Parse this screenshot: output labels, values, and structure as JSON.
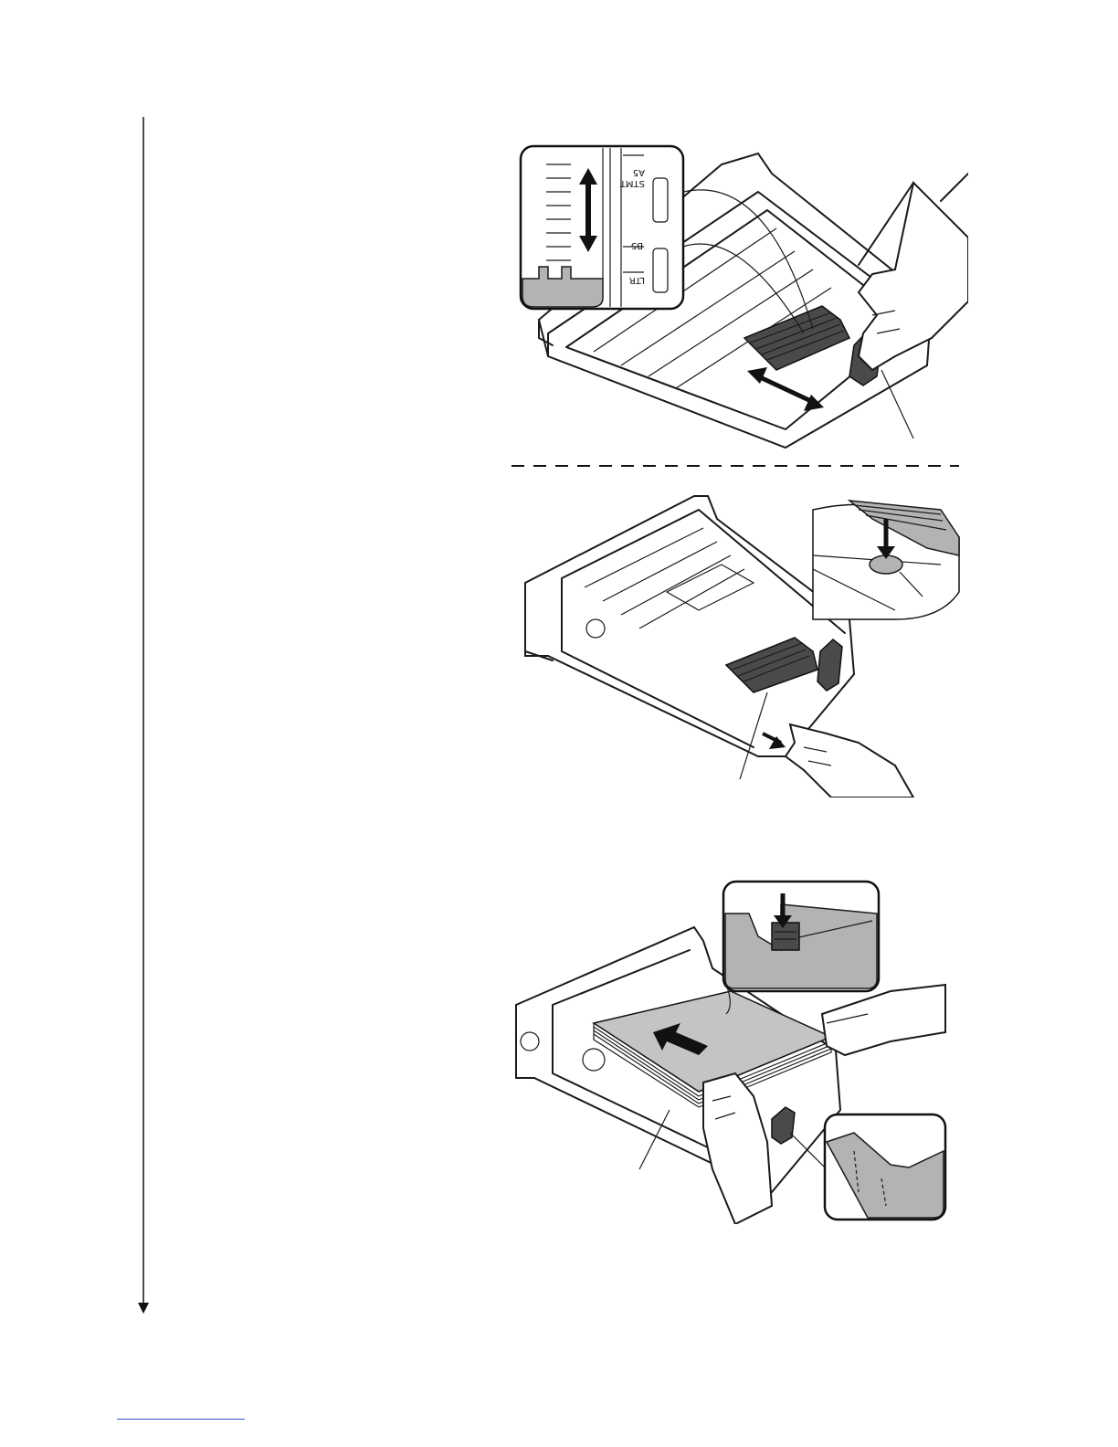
{
  "figure_1": {
    "scale_labels": [
      "STMT",
      "A5",
      "B5",
      "LTR"
    ]
  },
  "colors": {
    "ink": "#1a1a1a",
    "shade": "#b3b3b3",
    "footer_rule": "#3355cc"
  }
}
